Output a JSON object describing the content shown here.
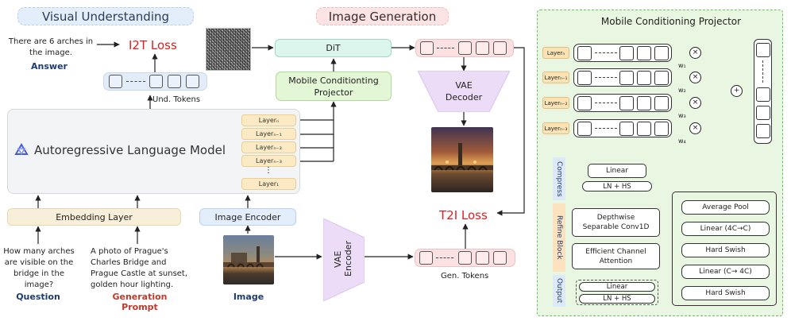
{
  "left": {
    "headers": {
      "visual": "Visual Understanding",
      "image_gen": "Image Generation"
    },
    "answer_text": "There are 6 arches in the image.",
    "answer_label": "Answer",
    "i2t_loss": "I2T Loss",
    "und_tokens": "Und. Tokens",
    "model_name": "Autoregressive Language Model",
    "layers": [
      "Layerₙ",
      "Layerₙ₋₁",
      "Layerₙ₋₂",
      "Layerₙ₋₃",
      "⋮",
      "Layer₁"
    ],
    "embedding": "Embedding Layer",
    "image_encoder": "Image Encoder",
    "question_text": "How many arches are visible on the bridge in the image?",
    "question_label": "Question",
    "prompt_text": "A photo of Prague's Charles Bridge and Prague Castle at sunset, golden hour lighting.",
    "prompt_label": "Generation Prompt",
    "image_label": "Image",
    "dit": "DiT",
    "mcp": "Mobile Conditionting Projector",
    "vae_decoder": "VAE Decoder",
    "vae_encoder": "VAE Encoder",
    "t2i_loss": "T2I Loss",
    "gen_tokens": "Gen. Tokens"
  },
  "right": {
    "title": "Mobile Conditioning Projector",
    "layers": [
      "Layerₙ",
      "Layerₙ₋₁",
      "Layerₙ₋₂",
      "Layerₙ₋₃"
    ],
    "weights": [
      "w₁",
      "w₂",
      "w₃",
      "w₄"
    ],
    "times": "×",
    "plus": "+",
    "stage_compress": "Compress",
    "stage_refine": "Refine Block",
    "stage_output": "Output",
    "linear": "Linear",
    "ln_hs": "LN + HS",
    "depthwise": "Depthwise Separable Conv1D",
    "eca": "Efficient Channel Attention",
    "out_linear": "Linear",
    "out_ln_hs": "LN + HS",
    "eca_detail": [
      "Average Pool",
      "Linear (4C→C)",
      "Hard Swish",
      "Linear (C→ 4C)",
      "Hard Swish"
    ]
  },
  "colors": {
    "blue_header": "#e4eefb",
    "pink_header": "#fde4e4",
    "mint": "#dcf6ee",
    "green_box": "#e3f6d6",
    "purple": "#ecdcf7",
    "token_blue": "#e2edf9",
    "token_pink": "#fbe1e2",
    "right_panel": "#e8f6e2"
  }
}
